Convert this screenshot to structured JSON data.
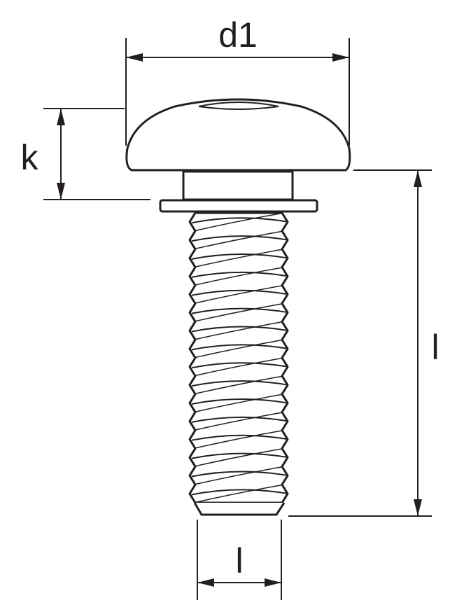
{
  "labels": {
    "head_diameter": "d1",
    "head_height": "k",
    "length": "l",
    "thread_width": "l"
  },
  "colors": {
    "line": "#231f20",
    "background": "#ffffff"
  },
  "thread": {
    "turns": 16
  }
}
